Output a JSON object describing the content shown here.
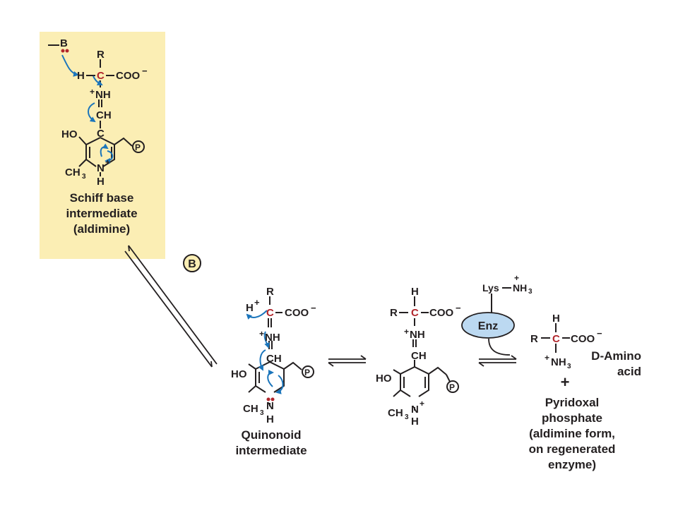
{
  "colors": {
    "panel_bg": "#fbeeb4",
    "arrow_blue": "#1b75bb",
    "red_carbon": "#b1262c",
    "enz_fill": "#bcd9f1",
    "ink": "#231f20"
  },
  "step_badge": "B",
  "atoms": {
    "base": "B",
    "R": "R",
    "C": "C",
    "H": "H",
    "Hplus": "H",
    "plus": "+",
    "coo": "COO",
    "minus": "−",
    "NH": "NH",
    "CH": "CH",
    "HO": "HO",
    "CH3": "CH",
    "sub3": "3",
    "N": "N",
    "P": "P",
    "lys": "Lys",
    "NH3": "NH",
    "enz": "Enz"
  },
  "captions": {
    "schiff": [
      "Schiff base",
      "intermediate",
      "(aldimine)"
    ],
    "quinonoid": [
      "Quinonoid",
      "intermediate"
    ],
    "product_amino": [
      "D-Amino",
      "acid"
    ],
    "plus_sign": "+",
    "product_plp": [
      "Pyridoxal",
      "phosphate",
      "(aldimine form,",
      "on regenerated",
      "enzyme)"
    ]
  }
}
